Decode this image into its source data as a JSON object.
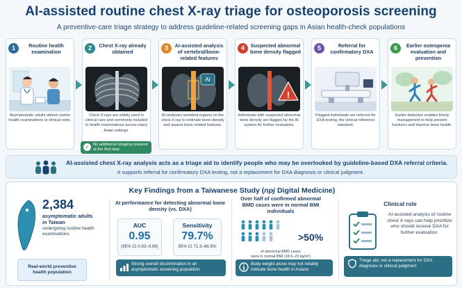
{
  "header": {
    "title": "AI-assisted routine chest X-ray triage for osteoporosis screening",
    "subtitle": "A preventive-care triage strategy to address guideline-related screening gaps in Asian health-check populations"
  },
  "steps": [
    {
      "num": "1",
      "title": "Routine health examination",
      "desc": "Asymptomatic adults attend routine health examinations or clinical visits.",
      "color": "#2a6b9c"
    },
    {
      "num": "2",
      "title": "Chest X-ray already obtained",
      "desc": "Chest X-rays are widely used in clinical care and commonly included in health examinations across many Asian settings.",
      "color": "#2a8a8c"
    },
    {
      "num": "3",
      "title": "AI-assisted analysis of vertebral/bone-related features",
      "desc": "AI analyzes vertebral regions on the chest X-ray to estimate bone density and assess bone-related features.",
      "color": "#e0872c"
    },
    {
      "num": "4",
      "title": "Suspected abnormal bone density flagged",
      "desc": "Individuals with suspected abnormal bone density are flagged by the AI system for further evaluation.",
      "color": "#d2412f"
    },
    {
      "num": "5",
      "title": "Referral for confirmatory DXA",
      "desc": "Flagged individuals are referred for DXA testing, the clinical reference standard.",
      "color": "#6a55a8"
    },
    {
      "num": "6",
      "title": "Earlier osteopenia evaluation and prevention",
      "desc": "Earlier detection enables timely management to help prevent fractures and improve bone health.",
      "color": "#3a9a4a"
    }
  ],
  "no_imaging_badge": "No additional imaging required at the first step",
  "banner": {
    "main": "AI-assisted chest X-ray analysis acts as a triage aid to identify people who may be overlooked by guideline-based DXA referral criteria.",
    "sub": "It supports referral for confirmatory DXA testing, not a replacement for DXA diagnosis or clinical judgment."
  },
  "findings": {
    "title_pre": "Key Findings from a Taiwanese Study (",
    "title_journal": "npj",
    "title_post": " Digital Medicine)",
    "count": "2,384",
    "count_label": "asymptomatic adults in Taiwan",
    "count_sub": "undergoing routine health examinations",
    "real_world": "Real-world preventive health population",
    "performance_title": "AI performance for detecting abnormal bone density (vs. DXA)",
    "auc_label": "AUC",
    "auc_value": "0.95",
    "auc_ci": "(95% CI 0.93–0.99)",
    "sens_label": "Sensitivity",
    "sens_value": "79.7%",
    "sens_ci": "95% CI 71.3–86.5%",
    "discrimination": "Strong overall discrimination in an asymptomatic screening population",
    "bmi_title": "Over half of confirmed abnormal BMD cases were in normal BMI individuals",
    "bmi_pct": ">50%",
    "bmi_sub_1": "of abnormal BMD cases",
    "bmi_sub_2": "were in normal BMI (18.5–23 kg/m²)",
    "bmi_note": "Body weight alone may not reliably indicate bone health in Asians",
    "role_title": "Clinical role",
    "role_text": "AI-assisted analysis of routine chest X-rays can help prioritize who should receive DXA for further evaluation.",
    "role_note": "Triage aid, not a replacement for DXA diagnosis or clinical judgment"
  },
  "colors": {
    "navy": "#16406e",
    "teal": "#2c6f84",
    "green": "#2f8a62",
    "flag_red": "#d2412f"
  }
}
